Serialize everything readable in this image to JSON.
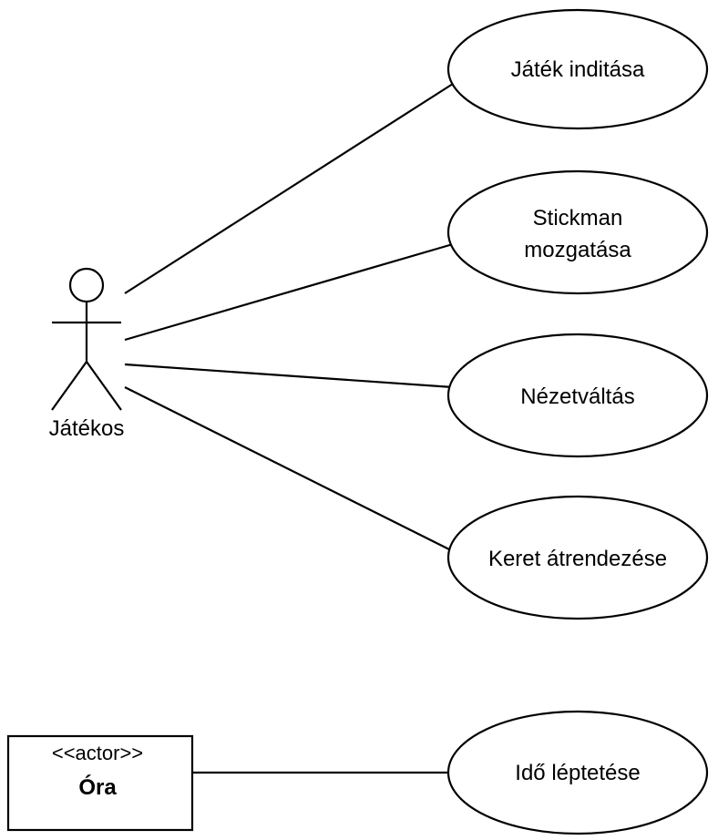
{
  "actor": {
    "name": "Játékos"
  },
  "use_cases": [
    {
      "label_lines": [
        "Játék inditása"
      ]
    },
    {
      "label_lines": [
        "Stickman",
        "mozgatása"
      ]
    },
    {
      "label_lines": [
        "Nézetváltás"
      ]
    },
    {
      "label_lines": [
        "Keret átrendezése"
      ]
    },
    {
      "label_lines": [
        "Idő léptetése"
      ]
    }
  ],
  "system_actor": {
    "stereotype": "<<actor>>",
    "name": "Óra"
  }
}
